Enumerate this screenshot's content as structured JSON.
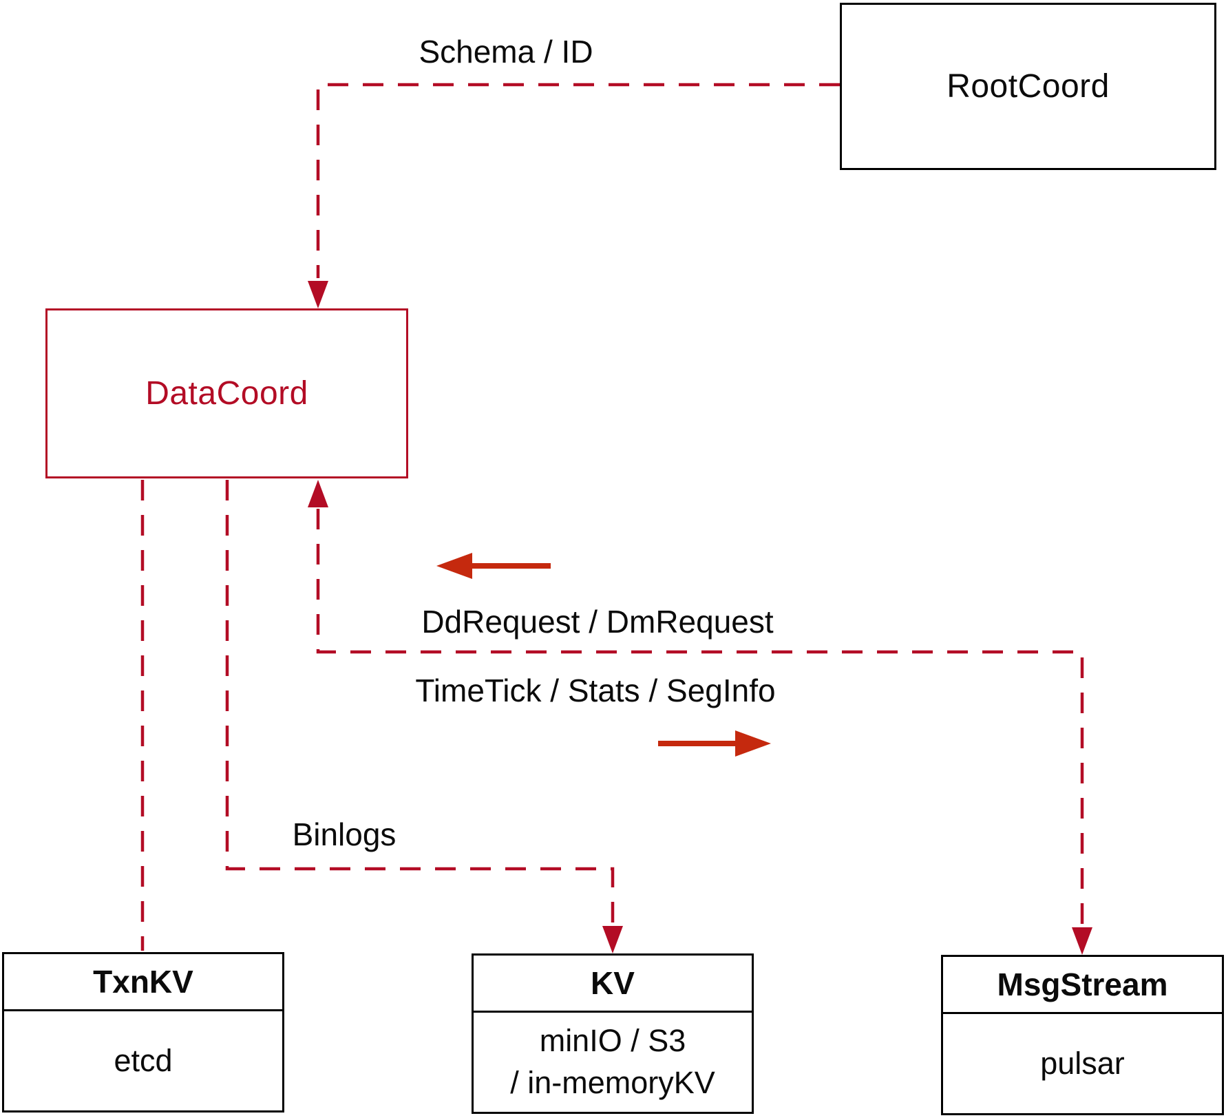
{
  "colors": {
    "crimson": "#b30c25",
    "vermilion": "#c5290e",
    "ink": "#0b0b0b",
    "box-border": "#000000",
    "bg": "#ffffff"
  },
  "nodes": {
    "rootcoord": {
      "label": "RootCoord"
    },
    "datacoord": {
      "label": "DataCoord"
    },
    "txnkv": {
      "title": "TxnKV",
      "body": "etcd"
    },
    "kv": {
      "title": "KV",
      "body_line1": "minIO / S3",
      "body_line2": "/ in-memoryKV"
    },
    "msgstream": {
      "title": "MsgStream",
      "body": "pulsar"
    }
  },
  "edges": {
    "schema_id": {
      "label": "Schema / ID"
    },
    "dd_dm_request": {
      "label": "DdRequest / DmRequest"
    },
    "timetick_stats_seginfo": {
      "label": "TimeTick / Stats / SegInfo"
    },
    "binlogs": {
      "label": "Binlogs"
    }
  }
}
